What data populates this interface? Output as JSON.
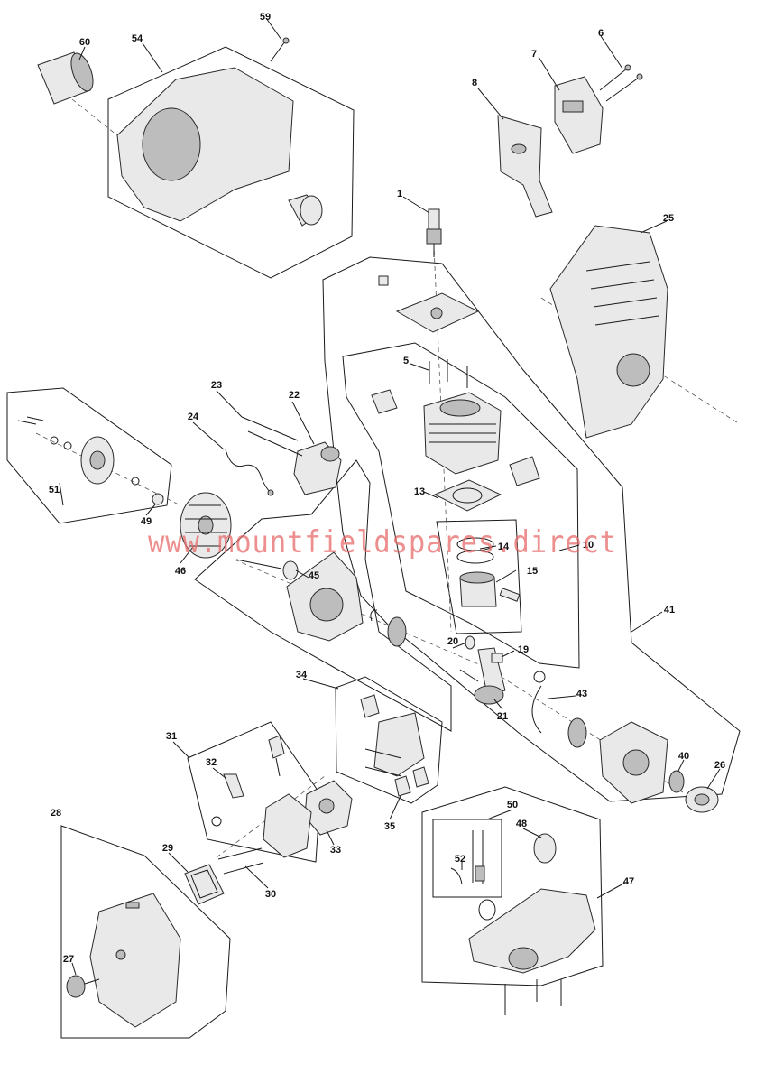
{
  "watermark": "www.mountfieldspares.direct",
  "callouts": [
    {
      "id": "c1",
      "label": "1"
    },
    {
      "id": "c5",
      "label": "5"
    },
    {
      "id": "c6",
      "label": "6"
    },
    {
      "id": "c7",
      "label": "7"
    },
    {
      "id": "c8",
      "label": "8"
    },
    {
      "id": "c10",
      "label": "10"
    },
    {
      "id": "c13",
      "label": "13"
    },
    {
      "id": "c14",
      "label": "14"
    },
    {
      "id": "c15",
      "label": "15"
    },
    {
      "id": "c19",
      "label": "19"
    },
    {
      "id": "c20",
      "label": "20"
    },
    {
      "id": "c21",
      "label": "21"
    },
    {
      "id": "c22",
      "label": "22"
    },
    {
      "id": "c23",
      "label": "23"
    },
    {
      "id": "c24",
      "label": "24"
    },
    {
      "id": "c25",
      "label": "25"
    },
    {
      "id": "c26",
      "label": "26"
    },
    {
      "id": "c27",
      "label": "27"
    },
    {
      "id": "c28",
      "label": "28"
    },
    {
      "id": "c29",
      "label": "29"
    },
    {
      "id": "c30",
      "label": "30"
    },
    {
      "id": "c31",
      "label": "31"
    },
    {
      "id": "c32",
      "label": "32"
    },
    {
      "id": "c33",
      "label": "33"
    },
    {
      "id": "c34",
      "label": "34"
    },
    {
      "id": "c35",
      "label": "35"
    },
    {
      "id": "c40",
      "label": "40"
    },
    {
      "id": "c41",
      "label": "41"
    },
    {
      "id": "c43",
      "label": "43"
    },
    {
      "id": "c45",
      "label": "45"
    },
    {
      "id": "c46",
      "label": "46"
    },
    {
      "id": "c47",
      "label": "47"
    },
    {
      "id": "c48",
      "label": "48"
    },
    {
      "id": "c49",
      "label": "49"
    },
    {
      "id": "c50",
      "label": "50"
    },
    {
      "id": "c51",
      "label": "51"
    },
    {
      "id": "c52",
      "label": "52"
    },
    {
      "id": "c54",
      "label": "54"
    },
    {
      "id": "c59",
      "label": "59"
    },
    {
      "id": "c60",
      "label": "60"
    }
  ]
}
